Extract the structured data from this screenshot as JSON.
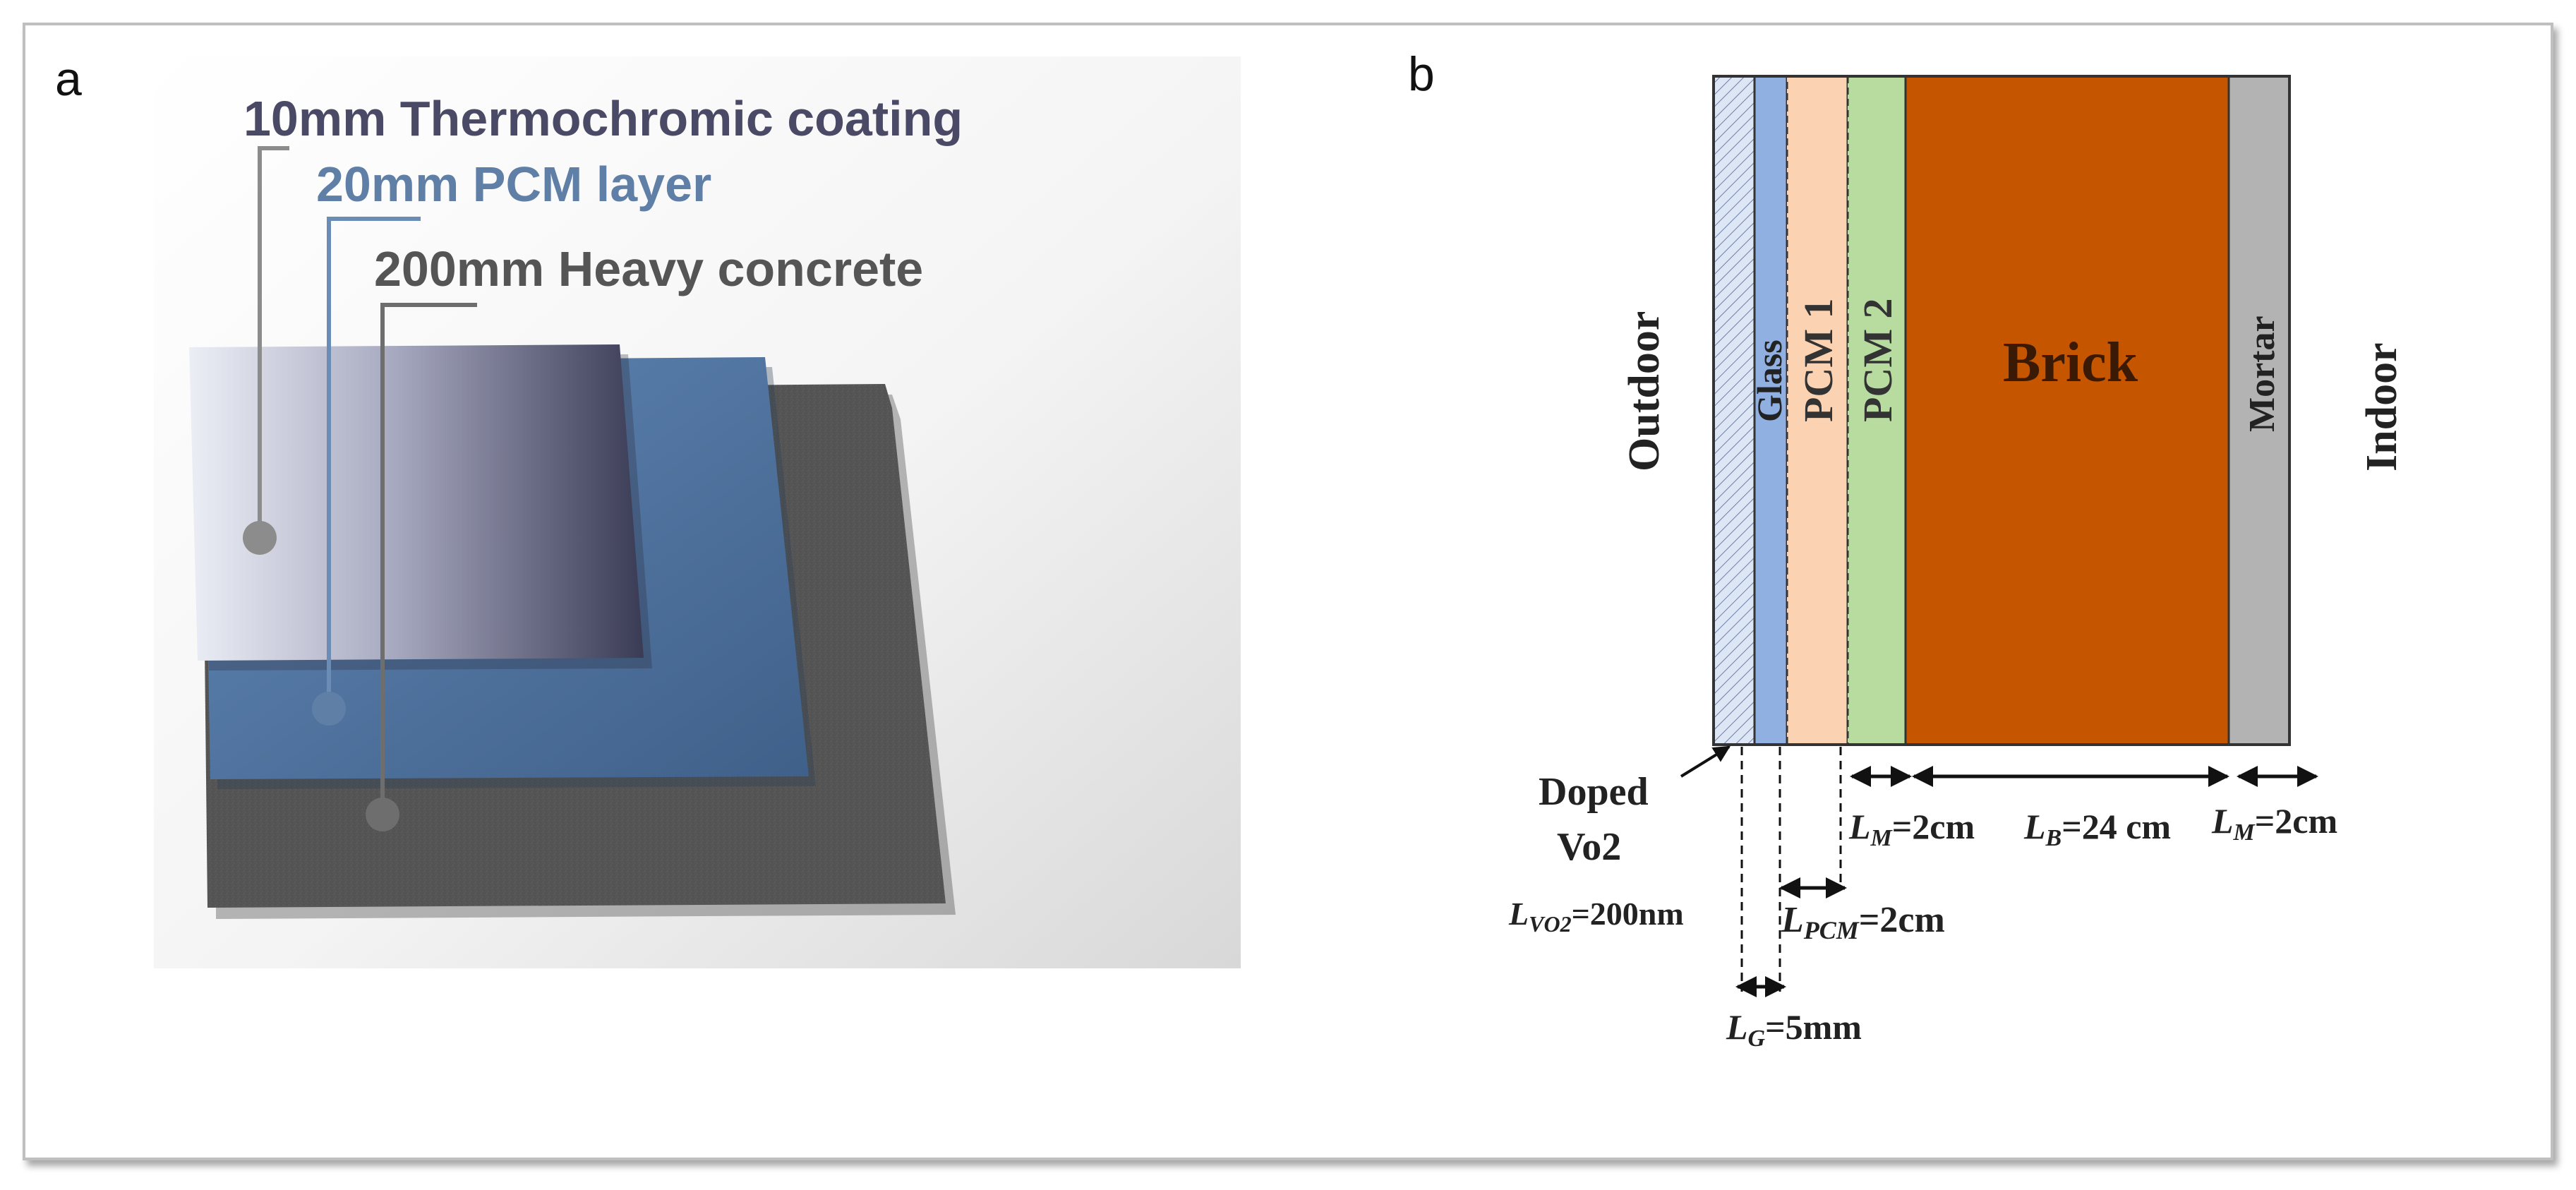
{
  "panel_a": {
    "letter": "a",
    "labels": {
      "coating": "10mm Thermochromic coating",
      "pcm": "20mm PCM layer",
      "concrete": "200mm Heavy concrete"
    }
  },
  "panel_b": {
    "letter": "b",
    "sides": {
      "outdoor": "Outdoor",
      "indoor": "Indoor"
    },
    "layers": {
      "glass": "Glass",
      "pcm1": "PCM 1",
      "pcm2": "PCM 2",
      "brick": "Brick",
      "mortar": "Mortar"
    },
    "annotations": {
      "doped_line1": "Doped",
      "doped_line2": "Vo2",
      "lvo2_sub": "VO2",
      "lvo2_val": "=200nm",
      "lg_sub": "G",
      "lg_val": "=5mm",
      "lpcm_sub": "PCM",
      "lpcm_val": "=2cm",
      "lm1_sub": "M",
      "lm1_val": "=2cm",
      "lb_sub": "B",
      "lb_val": "=24 cm",
      "lm2_sub": "M",
      "lm2_val": "=2cm",
      "l_symbol": "L"
    }
  },
  "colors": {
    "coating_text": "#4a4a66",
    "pcm_text": "#5f7fa6",
    "concrete_text": "#555555",
    "glass": "#8fb0e0",
    "pcm1": "#fbd3b3",
    "pcm2": "#b8dca0",
    "brick": "#c65500",
    "mortar": "#b3b3b3",
    "vo2": "#dde6f5"
  }
}
